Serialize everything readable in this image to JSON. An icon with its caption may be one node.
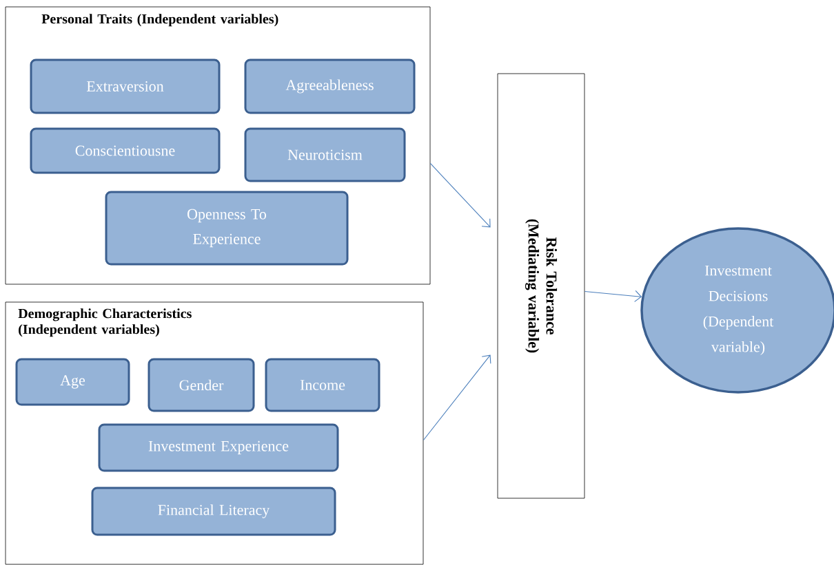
{
  "diagram": {
    "nodes": [
      {
        "text": [
          "Personal Traits (Independent variables)"
        ]
      },
      {
        "text": [
          "Extraversion"
        ],
        "in": 0
      },
      {
        "text": [
          "Agreeableness"
        ],
        "in": 0
      },
      {
        "text": [
          "Conscientiousne"
        ],
        "in": 0
      },
      {
        "text": [
          "Neuroticism"
        ],
        "in": 0
      },
      {
        "text": [
          "Openness To Experience"
        ],
        "in": 0
      },
      {
        "text": [
          "Demographic Characteristics (Independent variables)"
        ]
      },
      {
        "text": [
          "Age"
        ],
        "in": 6
      },
      {
        "text": [
          "Gender"
        ],
        "in": 6
      },
      {
        "text": [
          "Income"
        ],
        "in": 6
      },
      {
        "text": [
          "Investment Experience"
        ],
        "in": 6
      },
      {
        "text": [
          "Financial Literacy"
        ],
        "in": 6
      },
      {
        "text": [
          "Risk Tolerance (Mediating variable)"
        ]
      },
      {
        "text": [
          "Investment Decisions (Dependent variable)"
        ]
      }
    ],
    "edges": [
      {
        "from": 0,
        "to": 12,
        "arrow": "to"
      },
      {
        "from": 6,
        "to": 12,
        "arrow": "to"
      },
      {
        "from": 12,
        "to": 13,
        "arrow": "to"
      }
    ]
  }
}
